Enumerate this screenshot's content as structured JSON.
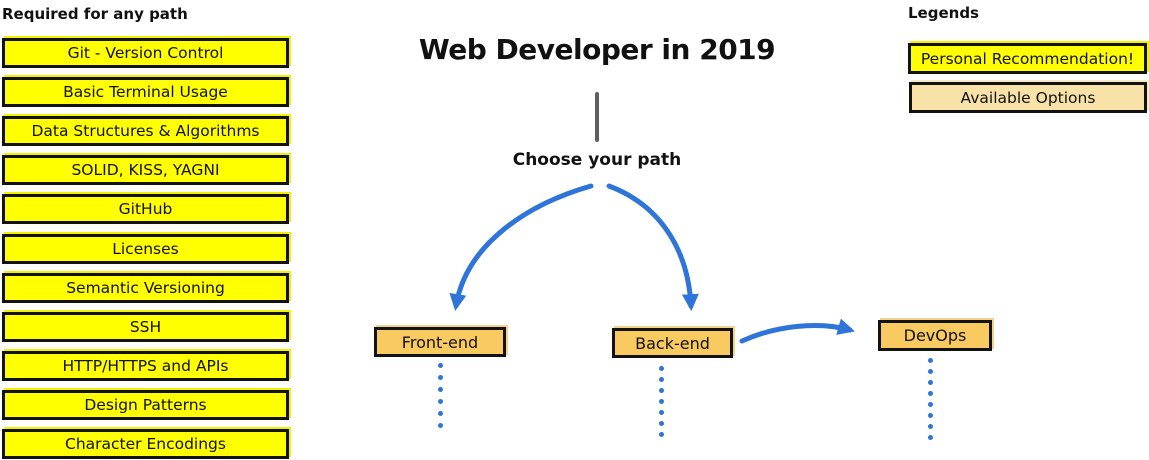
{
  "page": {
    "background": "#ffffff"
  },
  "colors": {
    "highlight_yellow": "#ffff00",
    "path_gold": "#f8ca60",
    "available_light": "#f9e2a8",
    "arrow_blue": "#2e74d9",
    "stem_gray": "#5f5f5f",
    "border_black": "#121212"
  },
  "required_panel": {
    "title": "Required for any path",
    "items": [
      "Git - Version Control",
      "Basic Terminal Usage",
      "Data Structures & Algorithms",
      "SOLID, KISS, YAGNI",
      "GitHub",
      "Licenses",
      "Semantic Versioning",
      "SSH",
      "HTTP/HTTPS and APIs",
      "Design Patterns",
      "Character Encodings"
    ]
  },
  "center": {
    "title": "Web Developer in 2019",
    "prompt": "Choose your path",
    "paths": [
      {
        "label": "Front-end"
      },
      {
        "label": "Back-end"
      },
      {
        "label": "DevOps"
      }
    ]
  },
  "legend": {
    "title": "Legends",
    "items": [
      {
        "label": "Personal Recommendation!",
        "style": "recommendation"
      },
      {
        "label": "Available Options",
        "style": "available"
      }
    ]
  }
}
